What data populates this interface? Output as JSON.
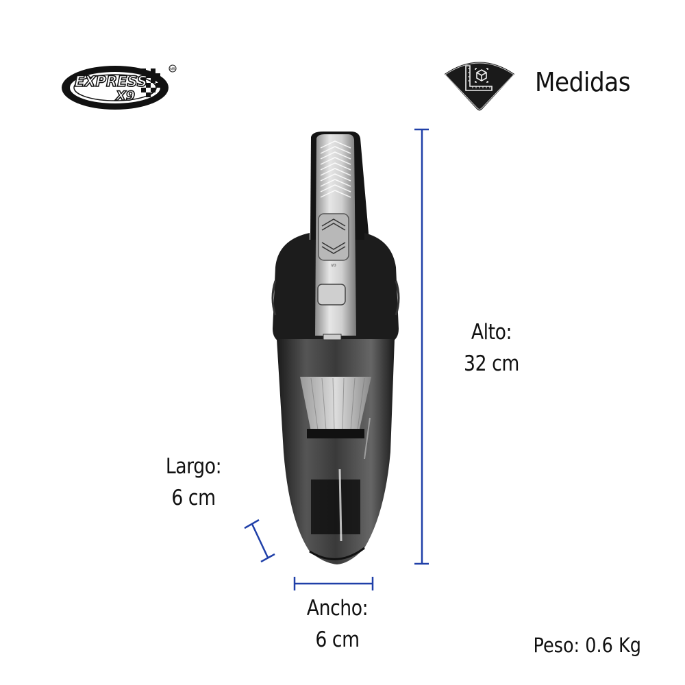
{
  "brand": {
    "logo_text_line1": "EXPRESS",
    "logo_text_line2": "X9",
    "trademark": "MR"
  },
  "header": {
    "icon": "ruler-cube-icon",
    "title": "Medidas"
  },
  "product": {
    "image": "handheld-vacuum-cleaner",
    "switch_label": "I/O"
  },
  "dimensions": {
    "height": {
      "label": "Alto:",
      "value": "32 cm"
    },
    "length": {
      "label": "Largo:",
      "value": "6 cm"
    },
    "width": {
      "label": "Ancho:",
      "value": "6 cm"
    },
    "weight": {
      "text": "Peso: 0.6 Kg"
    }
  },
  "colors": {
    "dimension_line": "#1f3fa8",
    "text": "#111111",
    "badge": "#1a1a1a"
  }
}
